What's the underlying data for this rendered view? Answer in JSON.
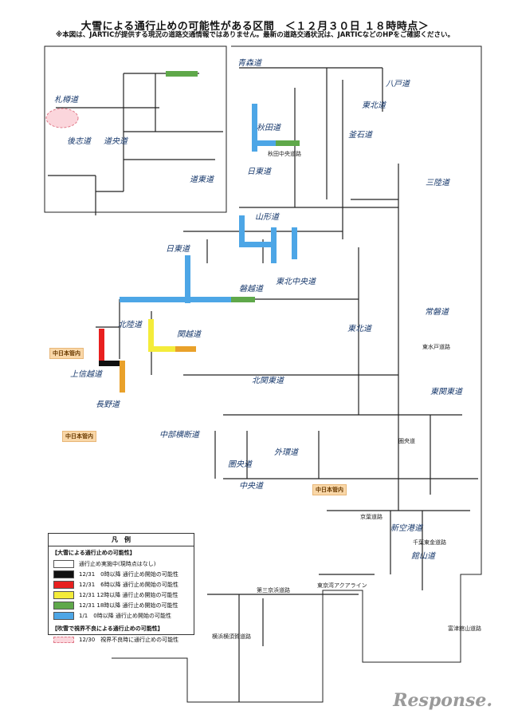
{
  "title": "大雪による通行止めの可能性がある区間　＜１２月３０日 １８時時点＞",
  "note": "※本図は、JARTICが提供する現況の道路交通情報ではありません。最新の道路交通状況は、JARTICなどのHPをご確認ください。",
  "legend": {
    "heading": "凡　例",
    "section_snow": "【大雪による通行止めの可能性】",
    "items": [
      {
        "label": "通行止め実施中(現時点はなし)",
        "color": "#ffffff"
      },
      {
        "label": "12/31　0時以降 通行止め開始の可能性",
        "color": "#111111"
      },
      {
        "label": "12/31　6時以降 通行止め開始の可能性",
        "color": "#e8201f"
      },
      {
        "label": "12/31 12時以降 通行止め開始の可能性",
        "color": "#f4ec3a"
      },
      {
        "label": "12/31 18時以降 通行止め開始の可能性",
        "color": "#e9a12a"
      },
      {
        "label": "1/1　0時以降 通行止め開始の可能性",
        "color": "#5fa84a"
      },
      {
        "label": "",
        "color": "#4da6e6"
      }
    ],
    "section_visibility": "【吹雪で視界不良による通行止めの可能性】",
    "visibility_item": "12/30　視界不良時に通行止めの可能性",
    "visibility_color": "#fbd6dc"
  },
  "badges": [
    "中日本管内",
    "中日本管内",
    "中日本管内"
  ],
  "map_labels": {
    "sapporo": "札樽道",
    "goshi": "後志道",
    "doo": "道央道",
    "dotou": "道東道",
    "aomori": "青森道",
    "hachinohe": "八戸道",
    "tohoku_top": "東北道",
    "kamaishi": "釜石道",
    "akita": "秋田道",
    "nitto": "日東道",
    "yamagata": "山形道",
    "nitto2": "日東道",
    "sanriku": "三陸道",
    "joban": "常磐道",
    "tohoku_chuo": "東北中央道",
    "banetsu": "磐越道",
    "hokuriku": "北陸道",
    "kanetsu": "関越道",
    "tohoku2": "東北道",
    "johshinetsu": "上信越道",
    "nagano": "長野道",
    "chubu": "中部横断道",
    "kitakanto": "北関東道",
    "higashikanto": "東関東道",
    "ken_o": "圏央道",
    "gaikan": "外環道",
    "chuo": "中央道",
    "tokyowan": "東京湾アクアライン",
    "keiyo": "京葉道路",
    "shinkuko": "新空港道",
    "tateyama": "館山道",
    "daisan": "第三京浜道路",
    "yokohama": "横浜横須賀道路",
    "shinkuko2": "東水戸道路",
    "chiba": "千葉東金道路",
    "ken_o2": "圏央道",
    "akitanaka": "秋田中央道路",
    "futsu": "富津館山道路"
  },
  "watermark": "Response."
}
